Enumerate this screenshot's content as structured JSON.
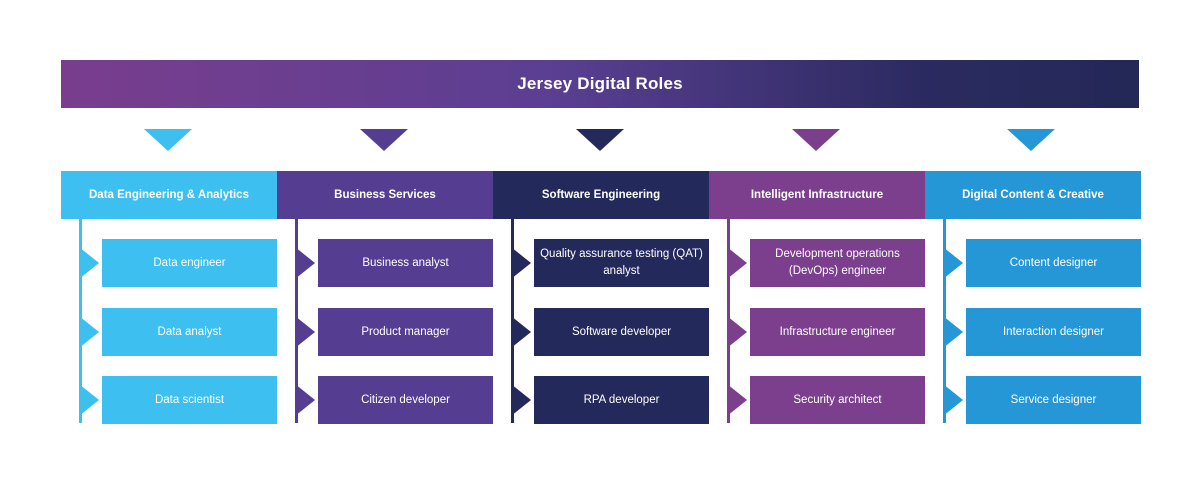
{
  "title": "Jersey Digital Roles",
  "colors": {
    "banner_start": "#7a3d8e",
    "banner_end": "#232856"
  },
  "columns": [
    {
      "title": "Data Engineering & Analytics",
      "header_color": "#3dbfef",
      "box_color": "#3dbfef",
      "arrow_color": "#3dbfef",
      "roles": [
        "Data engineer",
        "Data analyst",
        "Data scientist"
      ]
    },
    {
      "title": "Business Services",
      "header_color": "#553d91",
      "box_color": "#553d91",
      "arrow_color": "#553d91",
      "roles": [
        "Business analyst",
        "Product manager",
        "Citizen developer"
      ]
    },
    {
      "title": "Software Engineering",
      "header_color": "#23295a",
      "box_color": "#23295a",
      "arrow_color": "#23295a",
      "roles": [
        "Quality assurance testing (QAT) analyst",
        "Software developer",
        "RPA developer"
      ]
    },
    {
      "title": "Intelligent Infrastructure",
      "header_color": "#7c3f8e",
      "box_color": "#7c3f8e",
      "arrow_color": "#7c3f8e",
      "roles": [
        "Development operations (DevOps) engineer",
        "Infrastructure engineer",
        "Security architect"
      ]
    },
    {
      "title": "Digital Content & Creative",
      "header_color": "#2597d6",
      "box_color": "#2597d6",
      "arrow_color": "#2597d6",
      "roles": [
        "Content designer",
        "Interaction designer",
        "Service designer"
      ]
    }
  ]
}
